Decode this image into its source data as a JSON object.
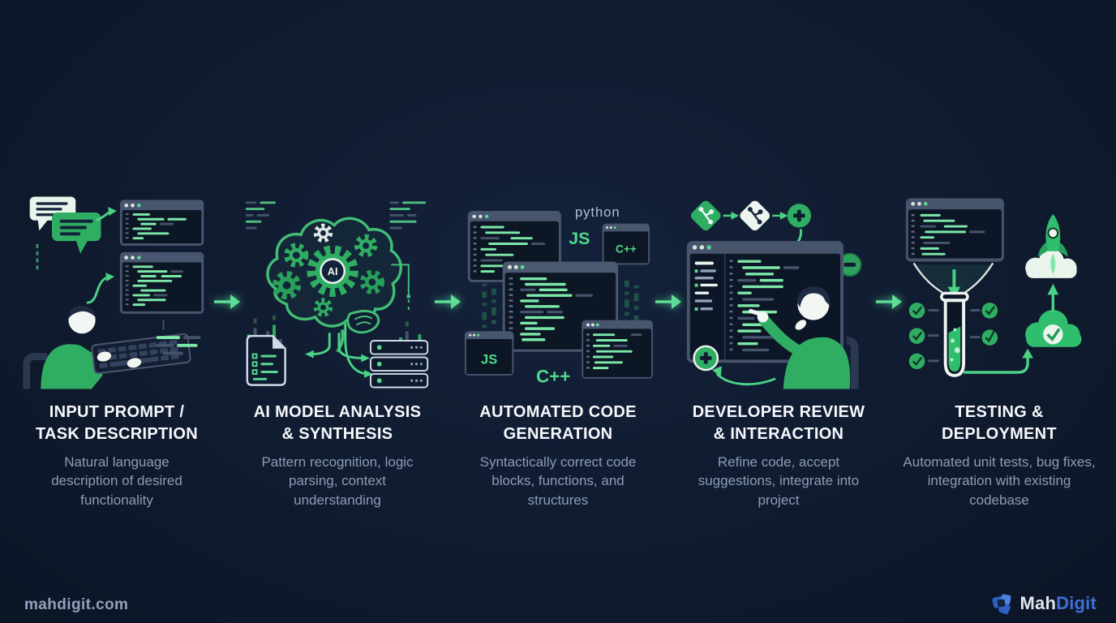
{
  "page": {
    "background": "#101b2d",
    "accent_green": "#2fae63",
    "code_green": "#7de8a8",
    "title_color": "#f6f8fb",
    "subtitle_color": "#8c9cb6",
    "brand_blue": "#3f6fd6"
  },
  "stages": [
    {
      "id": "input-prompt",
      "title_line1": "INPUT PROMPT /",
      "title_line2": "TASK DESCRIPTION",
      "subtitle": "Natural language description of desired functionality",
      "icons": [
        "chat-bubbles-icon",
        "code-window-icon",
        "person-typing-icon",
        "keyboard-icon",
        "curved-arrow-icon"
      ]
    },
    {
      "id": "ai-analysis",
      "title_line1": "AI MODEL ANALYSIS",
      "title_line2": "& SYNTHESIS",
      "subtitle": "Pattern recognition, logic parsing, context understanding",
      "labels": {
        "ai": "AI"
      },
      "icons": [
        "ai-brain-gears-icon",
        "document-checklist-icon",
        "server-stack-icon",
        "data-bars-icon"
      ]
    },
    {
      "id": "code-generation",
      "title_line1": "AUTOMATED CODE",
      "title_line2": "GENERATION",
      "subtitle": "Syntactically correct code blocks, functions, and structures",
      "labels": {
        "python": "python",
        "js_top": "JS",
        "cpp_top": "C++",
        "js_bottom": "JS",
        "cpp_bottom": "C++"
      },
      "icons": [
        "code-window-icon",
        "code-window-icon",
        "code-window-icon",
        "code-window-icon"
      ]
    },
    {
      "id": "developer-review",
      "title_line1": "DEVELOPER REVIEW",
      "title_line2": "& INTERACTION",
      "subtitle": "Refine code, accept suggestions, integrate into project",
      "icons": [
        "git-branch-icon",
        "git-branch-icon",
        "plus-circle-icon",
        "minus-circle-icon",
        "code-editor-icon",
        "developer-pointing-icon"
      ]
    },
    {
      "id": "testing-deployment",
      "title_line1": "TESTING &",
      "title_line2": "DEPLOYMENT",
      "subtitle": "Automated unit tests, bug fixes, integration with existing codebase",
      "icons": [
        "code-window-icon",
        "funnel-icon",
        "test-tube-icon",
        "checklist-icon",
        "cloud-check-icon",
        "rocket-launch-icon"
      ]
    }
  ],
  "footer": {
    "website": "mahdigit.com",
    "brand_prefix": "Mah",
    "brand_suffix": "Digit"
  }
}
